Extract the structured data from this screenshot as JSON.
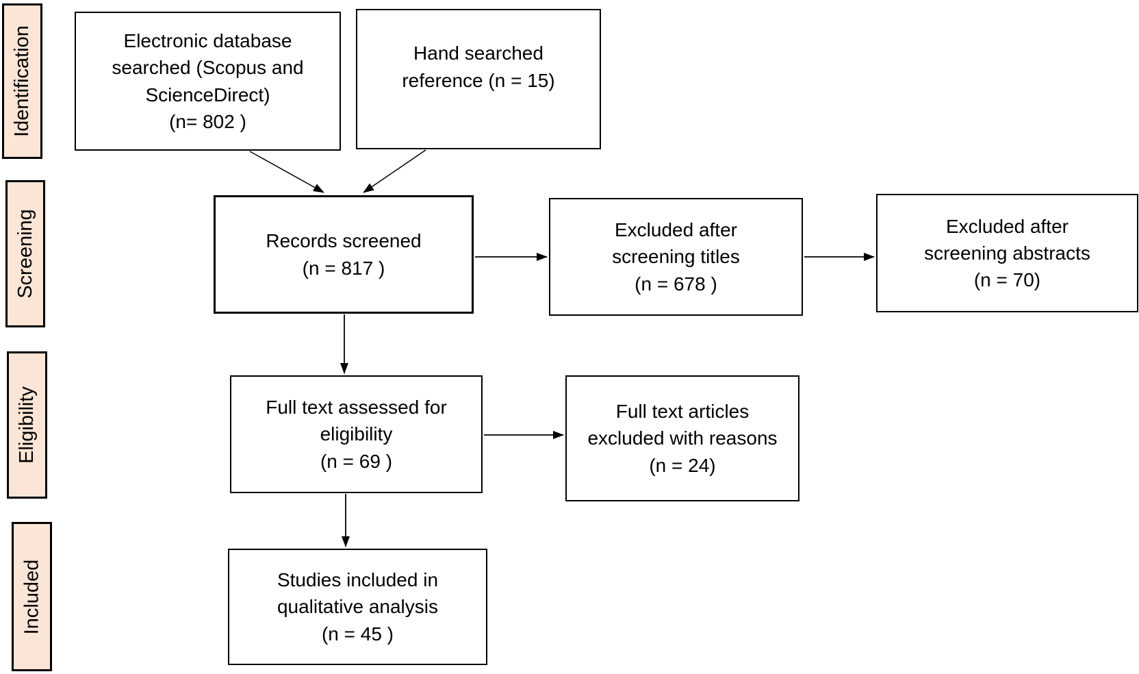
{
  "diagram_type": "prisma-flow",
  "colors": {
    "stage_fill": "#fbe5d6",
    "border": "#000000",
    "box_fill": "#ffffff",
    "text": "#000000"
  },
  "stages": [
    {
      "id": "identification",
      "label": "Identification"
    },
    {
      "id": "screening",
      "label": "Screening"
    },
    {
      "id": "eligibility",
      "label": "Eligibility"
    },
    {
      "id": "included",
      "label": "Included"
    }
  ],
  "nodes": {
    "electronic_database": {
      "text": "Electronic database\nsearched (Scopus and\nScienceDirect)\n(n= 802 )",
      "n": 802
    },
    "hand_searched": {
      "text": "Hand searched\nreference (n = 15)",
      "n": 15
    },
    "records_screened": {
      "text": "Records screened\n(n = 817 )",
      "n": 817
    },
    "excluded_titles": {
      "text": "Excluded after\nscreening titles\n(n = 678 )",
      "n": 678
    },
    "excluded_abstracts": {
      "text": "Excluded after\nscreening abstracts\n(n = 70)",
      "n": 70
    },
    "full_text_assessed": {
      "text": "Full text assessed for\neligibility\n(n = 69 )",
      "n": 69
    },
    "full_text_excluded": {
      "text": "Full text articles\nexcluded with reasons\n(n = 24)",
      "n": 24
    },
    "studies_included": {
      "text": "Studies included in\nqualitative analysis\n(n = 45 )",
      "n": 45
    }
  }
}
